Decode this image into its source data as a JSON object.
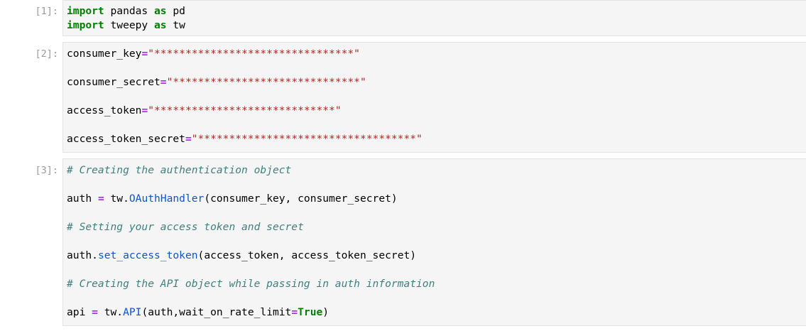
{
  "notebook": {
    "kernel_language": "python",
    "cells": [
      {
        "prompt": "[1]:",
        "lines": [
          [
            {
              "t": "import",
              "c": "kw"
            },
            {
              "t": " pandas ",
              "c": "plain"
            },
            {
              "t": "as",
              "c": "kw"
            },
            {
              "t": " pd",
              "c": "plain"
            }
          ],
          [
            {
              "t": "import",
              "c": "kw"
            },
            {
              "t": " tweepy ",
              "c": "plain"
            },
            {
              "t": "as",
              "c": "kw"
            },
            {
              "t": " tw",
              "c": "plain"
            }
          ]
        ]
      },
      {
        "prompt": "[2]:",
        "lines": [
          [
            {
              "t": "consumer_key",
              "c": "plain"
            },
            {
              "t": "=",
              "c": "op"
            },
            {
              "t": "\"********************************\"",
              "c": "str"
            }
          ],
          [],
          [
            {
              "t": "consumer_secret",
              "c": "plain"
            },
            {
              "t": "=",
              "c": "op"
            },
            {
              "t": "\"******************************\"",
              "c": "str"
            }
          ],
          [],
          [
            {
              "t": "access_token",
              "c": "plain"
            },
            {
              "t": "=",
              "c": "op"
            },
            {
              "t": "\"*****************************\"",
              "c": "str"
            }
          ],
          [],
          [
            {
              "t": "access_token_secret",
              "c": "plain"
            },
            {
              "t": "=",
              "c": "op"
            },
            {
              "t": "\"***********************************\"",
              "c": "str"
            }
          ]
        ]
      },
      {
        "prompt": "[3]:",
        "lines": [
          [
            {
              "t": "# Creating the authentication object",
              "c": "cmt"
            }
          ],
          [],
          [
            {
              "t": "auth ",
              "c": "plain"
            },
            {
              "t": "=",
              "c": "op"
            },
            {
              "t": " tw.",
              "c": "plain"
            },
            {
              "t": "OAuthHandler",
              "c": "fn"
            },
            {
              "t": "(consumer_key, consumer_secret)",
              "c": "plain"
            }
          ],
          [],
          [
            {
              "t": "# Setting your access token and secret",
              "c": "cmt"
            }
          ],
          [],
          [
            {
              "t": "auth.",
              "c": "plain"
            },
            {
              "t": "set_access_token",
              "c": "fn"
            },
            {
              "t": "(access_token, access_token_secret)",
              "c": "plain"
            }
          ],
          [],
          [
            {
              "t": "# Creating the API object while passing in auth information",
              "c": "cmt"
            }
          ],
          [],
          [
            {
              "t": "api ",
              "c": "plain"
            },
            {
              "t": "=",
              "c": "op"
            },
            {
              "t": " tw.",
              "c": "plain"
            },
            {
              "t": "API",
              "c": "fn"
            },
            {
              "t": "(auth,wait_on_rate_limit",
              "c": "plain"
            },
            {
              "t": "=",
              "c": "op"
            },
            {
              "t": "True",
              "c": "builtin"
            },
            {
              "t": ")",
              "c": "plain"
            }
          ]
        ]
      }
    ]
  },
  "colors": {
    "cell_background": "#f5f5f5",
    "cell_border": "#e3e3e3",
    "page_background": "#ffffff",
    "prompt_text": "#999999",
    "keyword": "#008000",
    "operator": "#aa22ff",
    "string": "#ba2121",
    "comment": "#408080",
    "function": "#0f55c9",
    "plain_text": "#000000"
  }
}
